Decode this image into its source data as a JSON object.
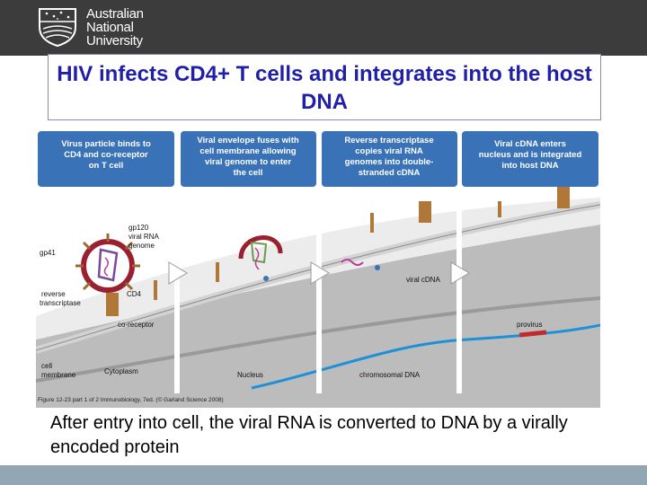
{
  "header": {
    "university_name": [
      "Australian",
      "National",
      "University"
    ],
    "background": "#3c3c3c"
  },
  "slide": {
    "title": "HIV infects CD4+ T cells and integrates into the host DNA",
    "caption": "After entry into cell, the viral RNA is converted to DNA by a virally encoded protein",
    "title_color": "#1f1fa8",
    "footer_color": "#93a6b4"
  },
  "figure": {
    "panels": [
      {
        "text": [
          "Virus particle binds to",
          "CD4 and co-receptor",
          "on T cell"
        ]
      },
      {
        "text": [
          "Viral envelope fuses with",
          "cell membrane allowing",
          "viral genome to enter",
          "the cell"
        ]
      },
      {
        "text": [
          "Reverse transcriptase",
          "copies viral RNA",
          "genomes into double-",
          "stranded cDNA"
        ]
      },
      {
        "text": [
          "Viral cDNA enters",
          "nucleus and is integrated",
          "into host DNA"
        ]
      }
    ],
    "labels": {
      "gp120": "gp120",
      "viral_rna": [
        "viral RNA",
        "genome"
      ],
      "gp41": "gp41",
      "reverse_transcriptase": [
        "reverse",
        "transcriptase"
      ],
      "cd4": "CD4",
      "co_receptor": "co-receptor",
      "cell_membrane": [
        "cell",
        "membrane"
      ],
      "cytoplasm": "Cytoplasm",
      "nucleus": "Nucleus",
      "viral_cdna": "viral cDNA",
      "provirus": "provirus",
      "chromosomal_dna": "chromosomal DNA"
    },
    "caption": "Figure 12-23 part 1 of 2 Immunobiology, 7ed. (© Garland Science 2008)",
    "colors": {
      "panel_header": "#3a72b8",
      "cytoplasm": "#ececec",
      "nucleus": "#bcbcbc",
      "membrane": "#d3d3d3",
      "dna": "#1e90d8",
      "virus": "#9a1f2f",
      "receptor": "#b07838"
    }
  }
}
